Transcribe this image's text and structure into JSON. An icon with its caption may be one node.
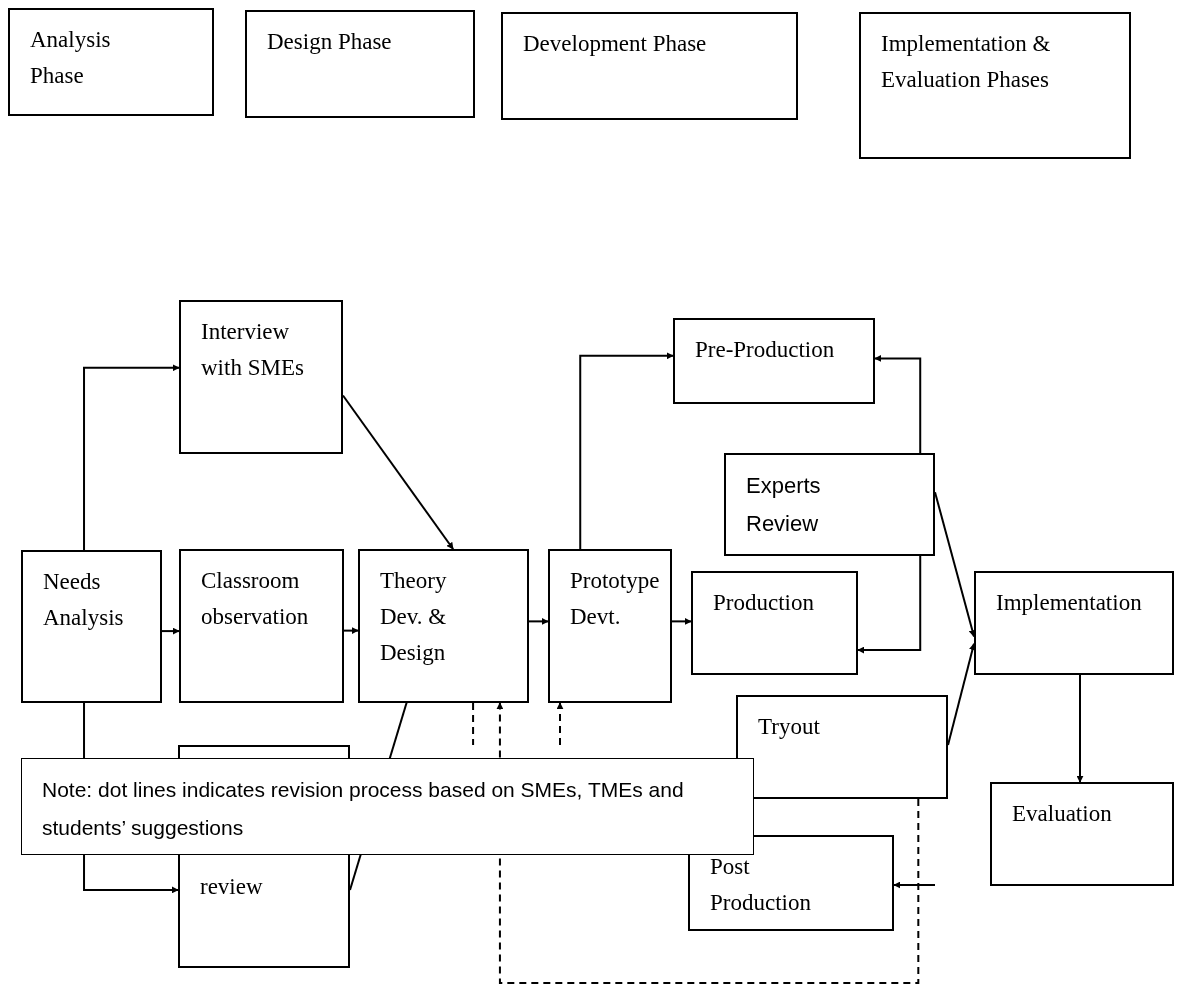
{
  "diagram": {
    "nodes": [
      {
        "text": [
          "Analysis Phase"
        ]
      },
      {
        "text": [
          "Design Phase"
        ]
      },
      {
        "text": [
          "Development Phase"
        ]
      },
      {
        "text": [
          "Implementation & Evaluation Phases"
        ]
      },
      {
        "text": [
          "Interview with SMEs"
        ]
      },
      {
        "text": [
          "Needs Analysis"
        ]
      },
      {
        "text": [
          "Classroom observation"
        ]
      },
      {
        "text": [
          "Theory Dev. & Design"
        ]
      },
      {
        "text": [
          "Prototype Devt."
        ]
      },
      {
        "text": [
          "Pre-Production"
        ]
      },
      {
        "text": [
          "Experts Review"
        ]
      },
      {
        "text": [
          "Production"
        ]
      },
      {
        "text": [
          "Implementation"
        ]
      },
      {
        "text": [
          "Tryout"
        ]
      },
      {
        "text": [
          "Evaluation"
        ]
      },
      {
        "text": [
          "review"
        ]
      },
      {
        "text": [
          "Post Production"
        ]
      }
    ],
    "labels": [
      "Note: dot lines indicates revision process based on SMEs, TMEs and students’ suggestions"
    ],
    "edges": [
      {
        "from": 5,
        "to": 4,
        "arrow": "to"
      },
      {
        "from": 4,
        "to": 7,
        "arrow": "to"
      },
      {
        "from": 5,
        "to": 6,
        "arrow": "to"
      },
      {
        "from": 6,
        "to": 7,
        "arrow": "to"
      },
      {
        "from": 7,
        "to": 8,
        "arrow": "to"
      },
      {
        "from": 8,
        "to": 11,
        "arrow": "to"
      },
      {
        "from": 8,
        "to": 9,
        "arrow": "to"
      },
      {
        "from": 10,
        "to": 9,
        "arrow": "to"
      },
      {
        "from": 10,
        "to": 11,
        "arrow": "to"
      },
      {
        "from": 10,
        "to": 12,
        "arrow": "to"
      },
      {
        "from": 13,
        "to": 12,
        "arrow": "to"
      },
      {
        "from": 12,
        "to": 14,
        "arrow": "to"
      },
      {
        "from": 5,
        "to": 15,
        "arrow": "to"
      },
      {
        "from": 15,
        "to": 7,
        "arrow": "to"
      },
      {
        "from": 13,
        "to": 7,
        "arrow": "to",
        "style": "dashed"
      },
      {
        "from": null,
        "to": 16,
        "arrow": "to"
      },
      {
        "from": 7,
        "to": null,
        "arrow": "none",
        "style": "dashed"
      },
      {
        "from": null,
        "to": 8,
        "arrow": "to",
        "style": "dashed"
      }
    ]
  }
}
